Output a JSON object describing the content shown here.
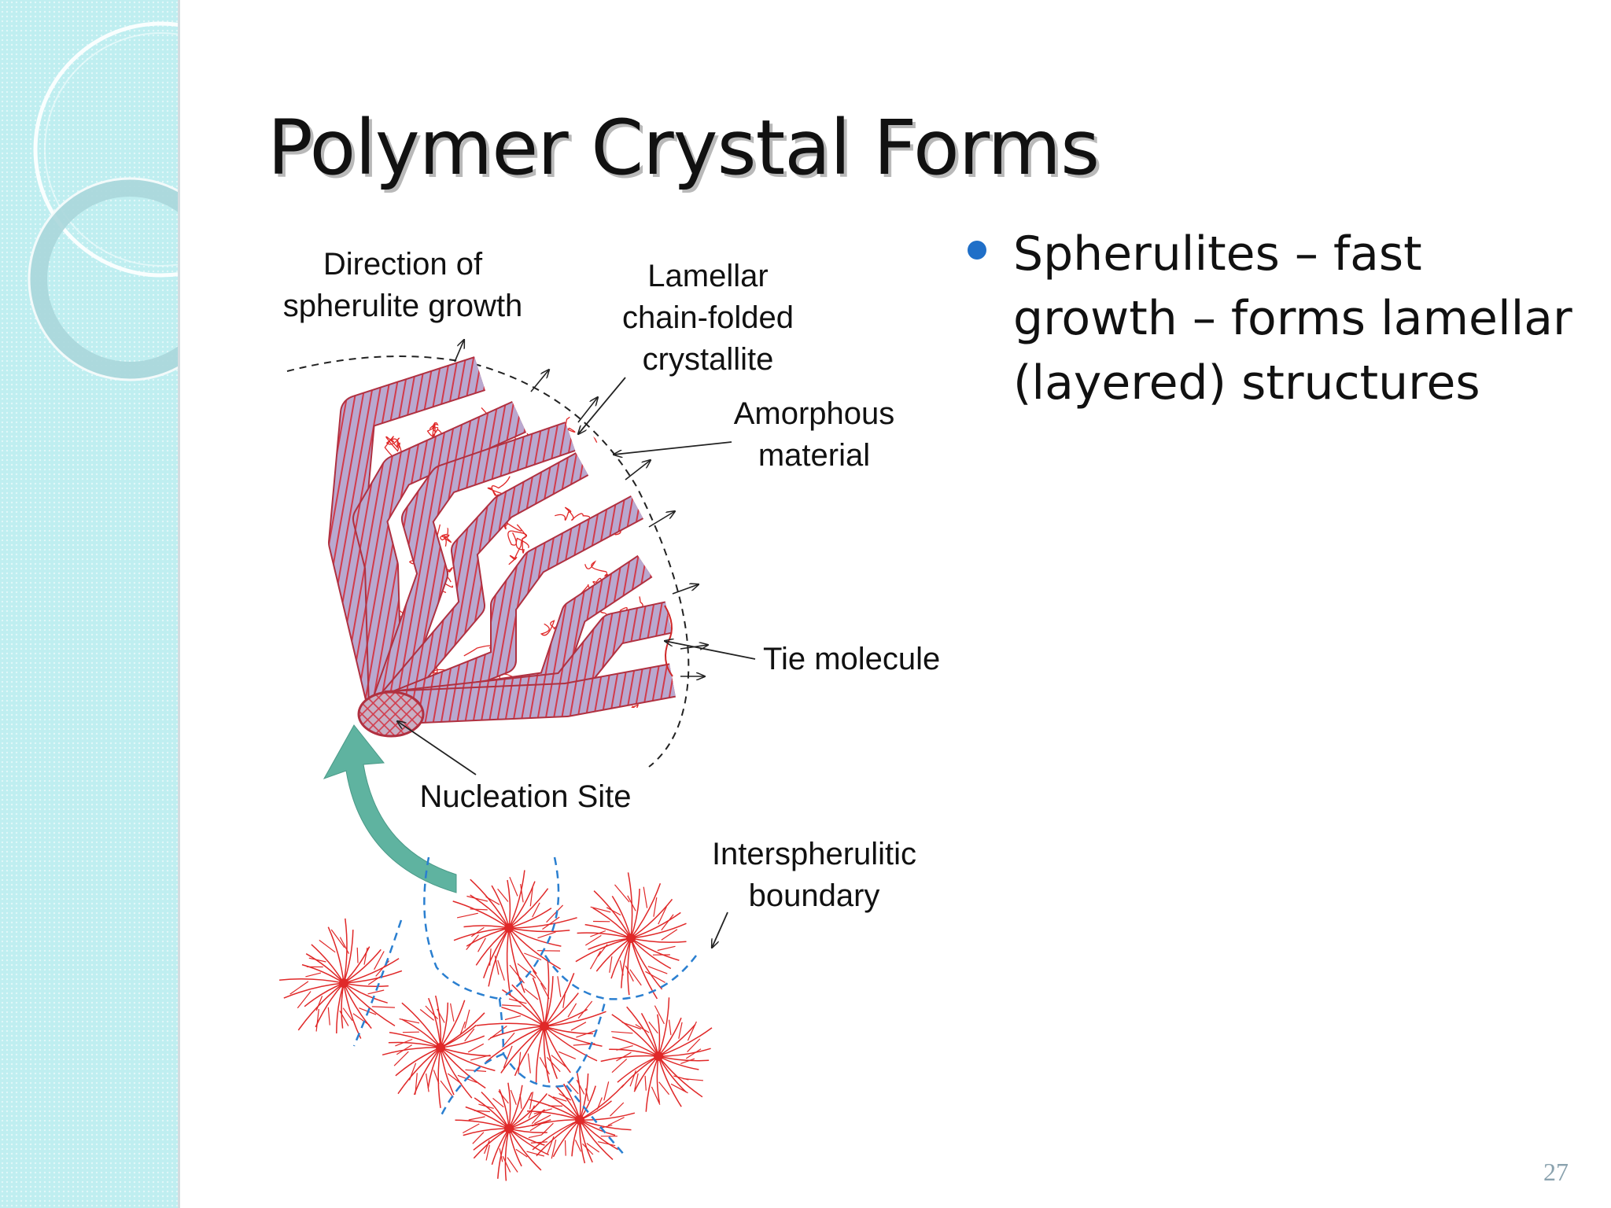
{
  "slide": {
    "title": "Polymer Crystal Forms",
    "bullets": [
      {
        "text": "Spherulites – fast growth – forms lamellar (layered) structures"
      }
    ],
    "page_number": "27",
    "accent_color": "#1f6fc8"
  },
  "diagram": {
    "labels": {
      "growth_direction": "Direction of\nspherulite growth",
      "lamellar": "Lamellar\nchain-folded\ncrystallite",
      "amorphous": "Amorphous\nmaterial",
      "tie_molecule": "Tie molecule",
      "nucleation": "Nucleation Site",
      "boundary": "Interspherulitic\nboundary"
    },
    "colors": {
      "lamella_fill": "#b9a8cf",
      "chain_red": "#e02828",
      "boundary_blue": "#2a7fd0",
      "arrow_teal": "#5fb3a0"
    }
  }
}
